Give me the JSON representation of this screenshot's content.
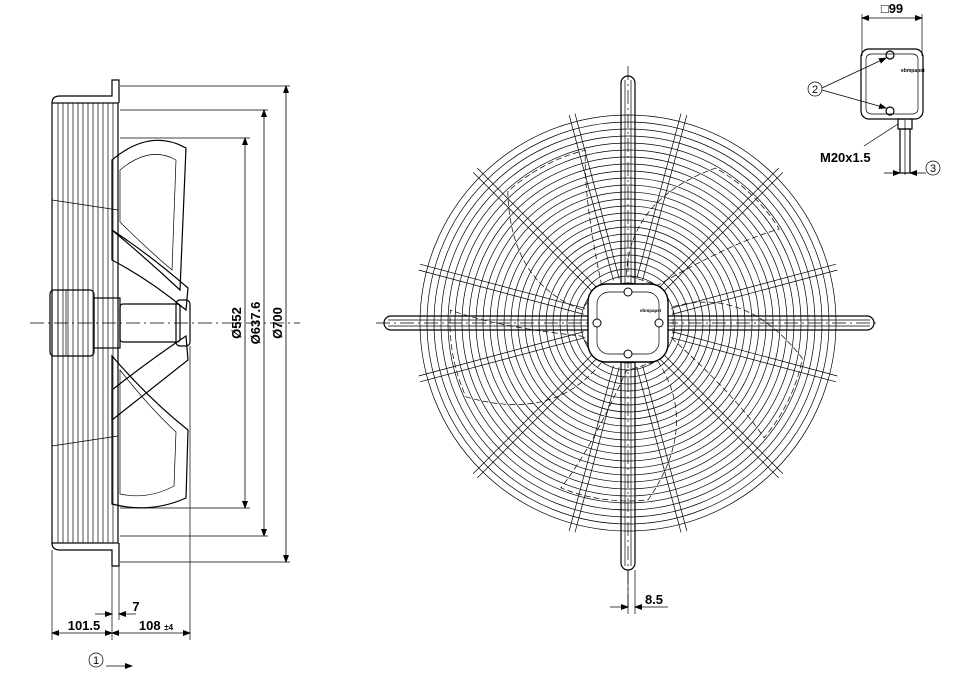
{
  "side_view": {
    "dims": {
      "d552": "Ø552",
      "d637": "Ø637.6",
      "d700": "Ø700",
      "w101": "101.5",
      "w7": "7",
      "w108": "108",
      "w108_tol": "±4"
    },
    "airflow_callout": "1"
  },
  "front_view": {
    "dim_85": "8.5",
    "logo_text": "ebmpapst"
  },
  "terminal_box": {
    "dim_99": "□99",
    "callout_2": "2",
    "callout_3": "3",
    "thread": "M20x1.5",
    "logo_text": "ebmpapst"
  }
}
